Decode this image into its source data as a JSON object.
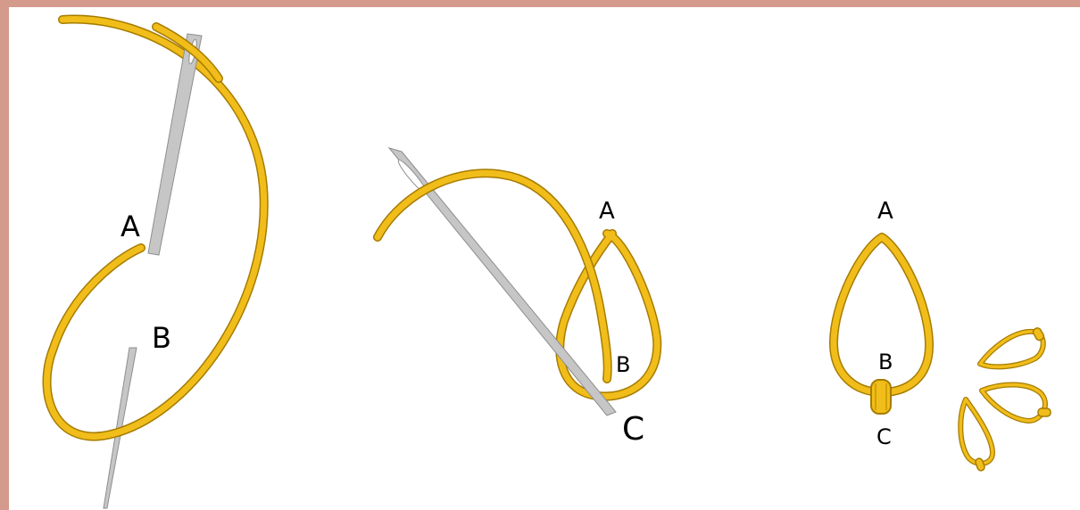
{
  "labels": {
    "step1": {
      "a": "A",
      "b": "B"
    },
    "step2": {
      "a": "A",
      "b": "B",
      "c": "C"
    },
    "step3": {
      "a": "A",
      "b": "B",
      "c": "C"
    }
  },
  "colors": {
    "thread": "#f1bd1a",
    "thread_outline": "#a67c00",
    "needle": "#c6c6c6",
    "needle_outline": "#8e8e8e",
    "background": "#ffffff",
    "border": "#d49a8b"
  },
  "icons": [
    "needle-icon",
    "thread-icon",
    "lazy-daisy-flower-icon"
  ]
}
